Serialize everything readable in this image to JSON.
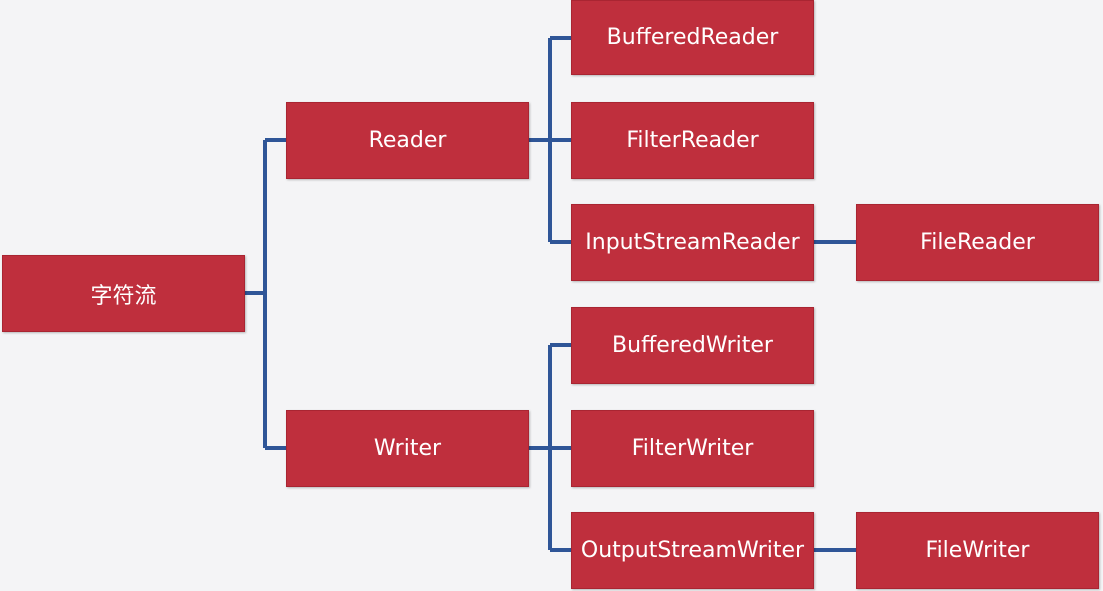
{
  "colors": {
    "node_fill": "#bf2f3d",
    "node_text": "#ffffff",
    "connector": "#2f5597",
    "background": "#f4f4f6"
  },
  "nodes": {
    "root": "字符流",
    "reader": "Reader",
    "writer": "Writer",
    "buffered_reader": "BufferedReader",
    "filter_reader": "FilterReader",
    "input_stream_reader": "InputStreamReader",
    "file_reader": "FileReader",
    "buffered_writer": "BufferedWriter",
    "filter_writer": "FilterWriter",
    "output_stream_writer": "OutputStreamWriter",
    "file_writer": "FileWriter"
  },
  "edges": [
    [
      "root",
      "reader"
    ],
    [
      "root",
      "writer"
    ],
    [
      "reader",
      "buffered_reader"
    ],
    [
      "reader",
      "filter_reader"
    ],
    [
      "reader",
      "input_stream_reader"
    ],
    [
      "input_stream_reader",
      "file_reader"
    ],
    [
      "writer",
      "buffered_writer"
    ],
    [
      "writer",
      "filter_writer"
    ],
    [
      "writer",
      "output_stream_writer"
    ],
    [
      "output_stream_writer",
      "file_writer"
    ]
  ]
}
